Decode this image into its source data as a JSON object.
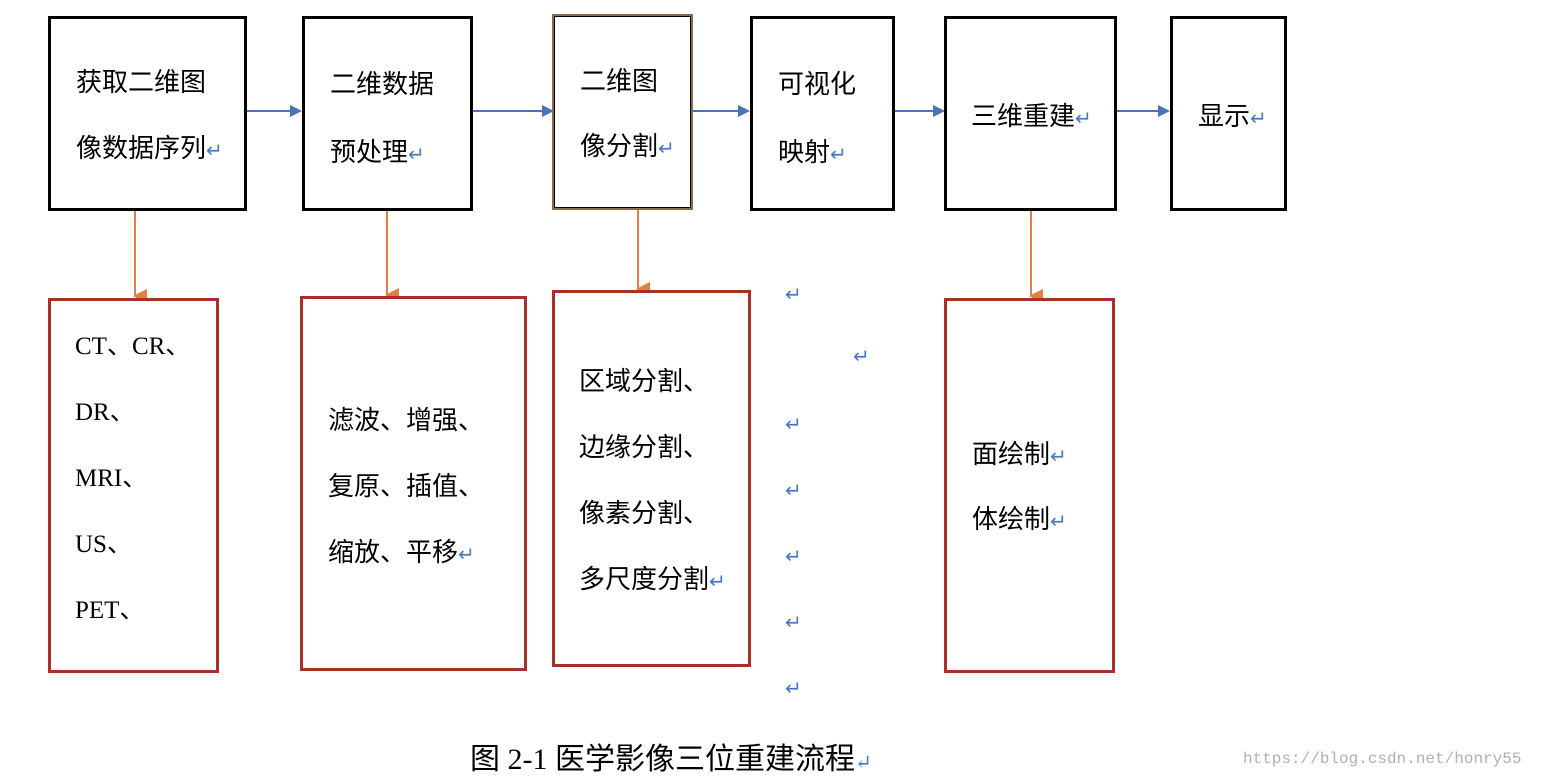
{
  "top_steps": [
    {
      "lines": [
        "获取二维图",
        "像数据序列"
      ],
      "mark": "↵"
    },
    {
      "lines": [
        "二维数据",
        "预处理"
      ],
      "mark": "↵"
    },
    {
      "lines": [
        "二维图",
        "像分割"
      ],
      "mark": "↵"
    },
    {
      "lines": [
        "可视化",
        "映射"
      ],
      "mark": "↵"
    },
    {
      "lines": [
        "三维重建"
      ],
      "mark": "↵"
    },
    {
      "lines": [
        "显示"
      ],
      "mark": "↵"
    }
  ],
  "detail_boxes": [
    {
      "lines": [
        "CT、CR、",
        "DR、",
        "MRI、",
        "US、",
        "PET、"
      ],
      "mark": ""
    },
    {
      "lines": [
        "滤波、增强、",
        "复原、插值、",
        "缩放、平移"
      ],
      "mark": "↵"
    },
    {
      "lines": [
        "区域分割、",
        "边缘分割、",
        "像素分割、",
        "多尺度分割"
      ],
      "mark": "↵"
    },
    {
      "lines": [
        "面绘制",
        "体绘制"
      ],
      "mark": "↵"
    }
  ],
  "stray_marks": [
    "↵",
    "↵",
    "↵",
    "↵",
    "↵",
    "↵",
    "↵"
  ],
  "caption": {
    "text": "图 2-1  医学影像三位重建流程",
    "mark": "↵"
  },
  "watermark": "https://blog.csdn.net/honry55",
  "colors": {
    "flow_arrow": "#4a72b8",
    "branch_arrow": "#e08040",
    "detail_border": "#a8302a",
    "paragraph_mark": "#4a78c8"
  }
}
